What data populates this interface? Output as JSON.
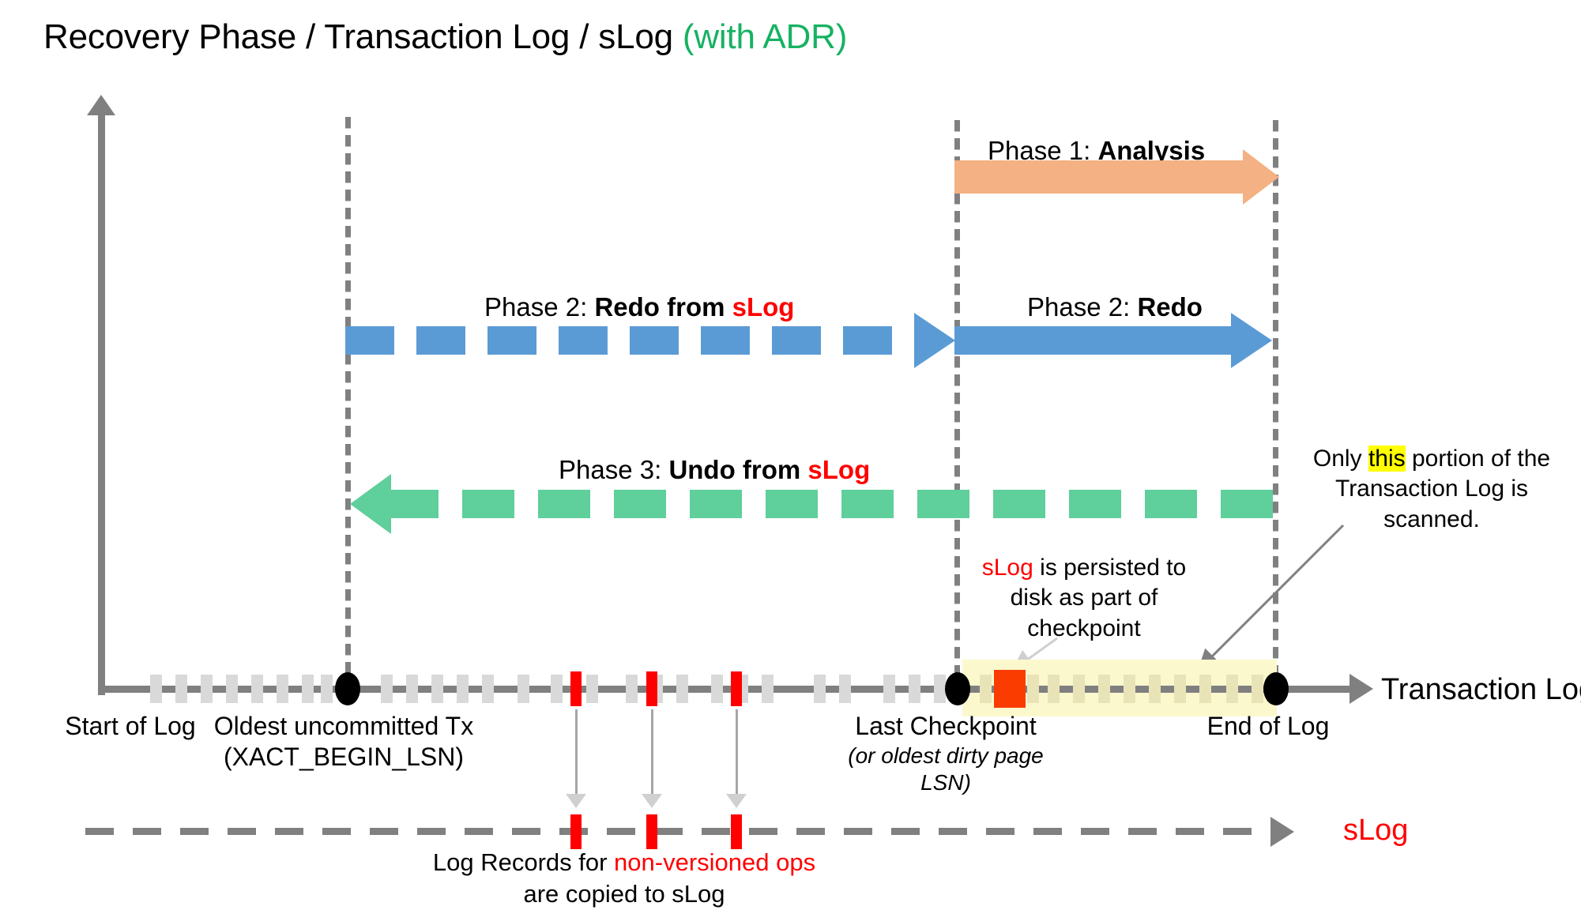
{
  "title": {
    "main": "Recovery Phase / Transaction Log / sLog ",
    "suffix": "(with ADR)",
    "suffix_color": "#16b262"
  },
  "phases": [
    {
      "id": "phase1",
      "prefix": "Phase 1: ",
      "name": "Analysis",
      "color": "#f4b183",
      "style": "solid",
      "direction": "right",
      "from": "Last Checkpoint",
      "to": "End of Log"
    },
    {
      "id": "phase2-slog",
      "prefix": "Phase 2: ",
      "name": "Redo from ",
      "highlight": "sLog",
      "color": "#5b9bd5",
      "style": "dashed",
      "direction": "right",
      "from": "Oldest uncommitted Tx",
      "to": "Last Checkpoint"
    },
    {
      "id": "phase2",
      "prefix": "Phase 2: ",
      "name": "Redo",
      "color": "#5b9bd5",
      "style": "solid",
      "direction": "right",
      "from": "Last Checkpoint",
      "to": "End of Log"
    },
    {
      "id": "phase3-slog",
      "prefix": "Phase 3: ",
      "name": "Undo from ",
      "highlight": "sLog",
      "color": "#5fcf9b",
      "style": "dashed",
      "direction": "left",
      "from": "End of Log",
      "to": "Oldest uncommitted Tx"
    }
  ],
  "timeline": {
    "axis_label": "Transaction Log",
    "markers": [
      {
        "name": "start-of-log",
        "label": "Start of Log",
        "sublabel": ""
      },
      {
        "name": "oldest-uncommitted-tx",
        "label": "Oldest uncommitted Tx",
        "sublabel": "(XACT_BEGIN_LSN)"
      },
      {
        "name": "last-checkpoint",
        "label": "Last Checkpoint",
        "sublabel": "(or oldest dirty page LSN)"
      },
      {
        "name": "end-of-log",
        "label": "End of Log",
        "sublabel": ""
      }
    ],
    "highlight_color": "#fbf8cd",
    "record_color": "#d9d9d9",
    "nonversioned_record_color": "#ff0000",
    "checkpoint_record_color": "#fa3c00"
  },
  "slog": {
    "axis_label": "sLog",
    "axis_label_color": "#ff0000",
    "caption_prefix": "Log Records for ",
    "caption_highlight": "non-versioned ops",
    "caption_suffix": "are copied to sLog"
  },
  "notes": [
    {
      "id": "checkpoint-note",
      "line1_red": "sLog",
      "line1_rest": " is persisted to",
      "line2": "disk as part of",
      "line3": "checkpoint"
    },
    {
      "id": "scanned-note",
      "l1a": "Only ",
      "l1b": "this",
      "l1c": " portion of the",
      "l2": "Transaction Log is scanned."
    }
  ],
  "colors": {
    "analysis": "#f4b183",
    "redo": "#5b9bd5",
    "undo": "#5fcf9b",
    "accent_red": "#ff0000",
    "accent_green": "#16b262",
    "gray": "#808080",
    "highlight_yellow": "#ffff00"
  }
}
